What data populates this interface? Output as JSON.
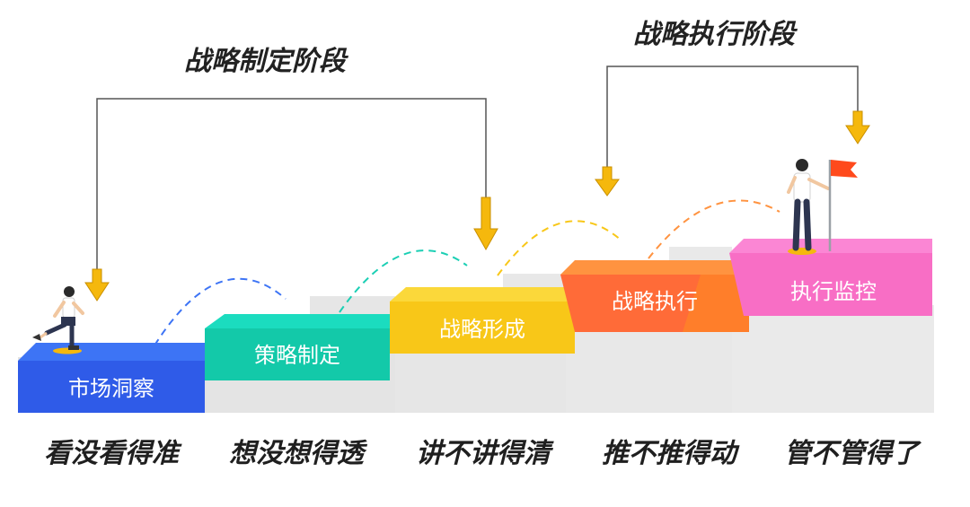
{
  "phases": {
    "formulation": "战略制定阶段",
    "execution": "战略执行阶段"
  },
  "steps": [
    {
      "label": "市场洞察",
      "color": "#2f5be8",
      "top": "#3d74f5"
    },
    {
      "label": "策略制定",
      "color": "#13c9a9",
      "top": "#1bdcbf"
    },
    {
      "label": "战略形成",
      "color": "#f8c718",
      "top": "#fbd83a"
    },
    {
      "label": "战略执行",
      "color": "#ff6b38",
      "top": "#ff9340"
    },
    {
      "label": "执行监控",
      "color": "#f86ec5",
      "top": "#fb86d4"
    }
  ],
  "mottos": [
    "看没看得准",
    "想没想得透",
    "讲不讲得清",
    "推不推得动",
    "管不管得了"
  ],
  "colors": {
    "arrow": "#f5b80d",
    "background_stair": "#e3e3e3",
    "bracket": "#555555",
    "flag": "#ff4a1c"
  }
}
